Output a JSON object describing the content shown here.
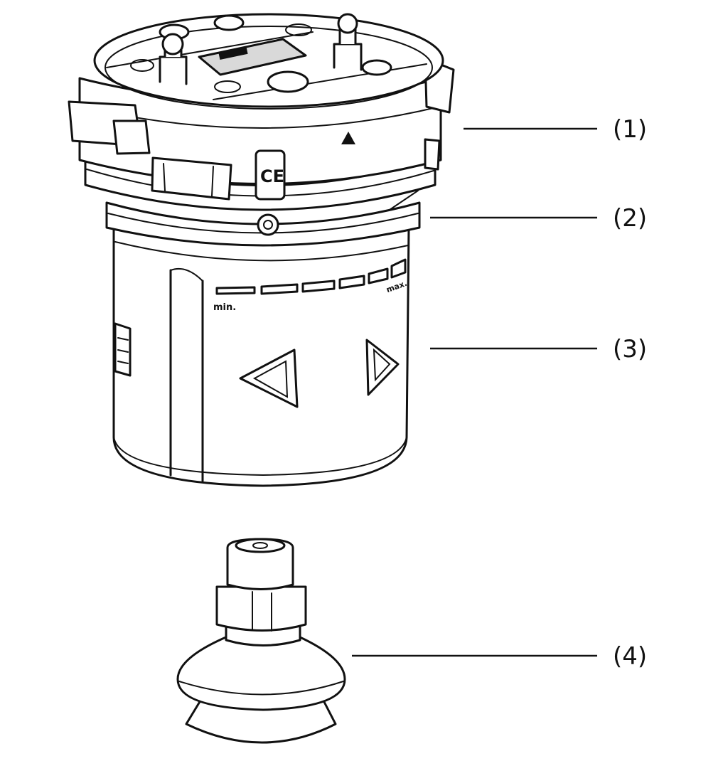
{
  "callouts": [
    {
      "label": "(1)",
      "part": "top-housing"
    },
    {
      "label": "(2)",
      "part": "ring-joint"
    },
    {
      "label": "(3)",
      "part": "cylinder-body"
    },
    {
      "label": "(4)",
      "part": "suction-cup"
    }
  ],
  "housing_marks": {
    "ce_mark": "CE",
    "scale_min": "min.",
    "scale_max": "max."
  },
  "icons": [
    "ce-mark-icon",
    "warning-triangle-icon",
    "left-arrow-icon",
    "right-arrow-icon"
  ],
  "colors": {
    "ink": "#111111",
    "background": "#ffffff",
    "shade": "#d9d9d9"
  }
}
